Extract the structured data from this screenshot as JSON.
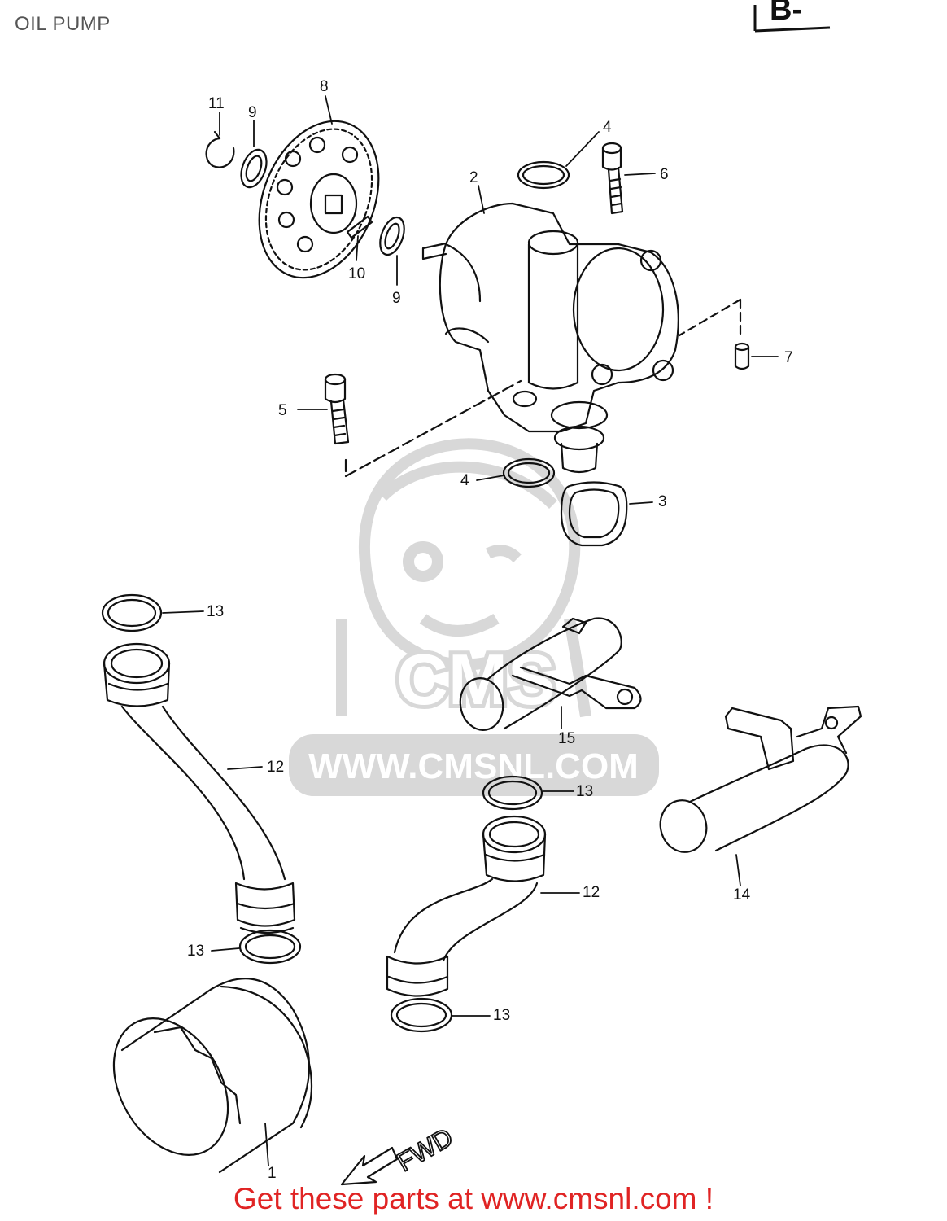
{
  "header": {
    "title": "OIL PUMP"
  },
  "corner_tag": "B-",
  "watermark": {
    "brand": "CMS",
    "url": "WWW.CMSNL.COM"
  },
  "direction_arrow": "FWD",
  "promo": {
    "text": "Get these parts at www.cmsnl.com !"
  },
  "parts": [
    {
      "id": "11",
      "name": "circlip"
    },
    {
      "id": "9",
      "name": "washer-upper"
    },
    {
      "id": "8",
      "name": "gear"
    },
    {
      "id": "10",
      "name": "pin"
    },
    {
      "id": "9",
      "name": "washer-lower"
    },
    {
      "id": "2",
      "name": "pump-body"
    },
    {
      "id": "4",
      "name": "o-ring-upper"
    },
    {
      "id": "6",
      "name": "bolt-upper"
    },
    {
      "id": "7",
      "name": "dowel"
    },
    {
      "id": "5",
      "name": "bolt-lower"
    },
    {
      "id": "4",
      "name": "o-ring-lower"
    },
    {
      "id": "3",
      "name": "gasket"
    },
    {
      "id": "13",
      "name": "o-ring-1"
    },
    {
      "id": "12",
      "name": "pipe-left"
    },
    {
      "id": "15",
      "name": "hose-bracket"
    },
    {
      "id": "13",
      "name": "o-ring-2"
    },
    {
      "id": "14",
      "name": "hose-right"
    },
    {
      "id": "12",
      "name": "pipe-center"
    },
    {
      "id": "13",
      "name": "o-ring-3"
    },
    {
      "id": "13",
      "name": "o-ring-4"
    },
    {
      "id": "1",
      "name": "oil-filter"
    }
  ],
  "colors": {
    "ink": "#111111",
    "watermark": "#d8d8d8",
    "promo": "#e02424",
    "title": "#555555"
  }
}
